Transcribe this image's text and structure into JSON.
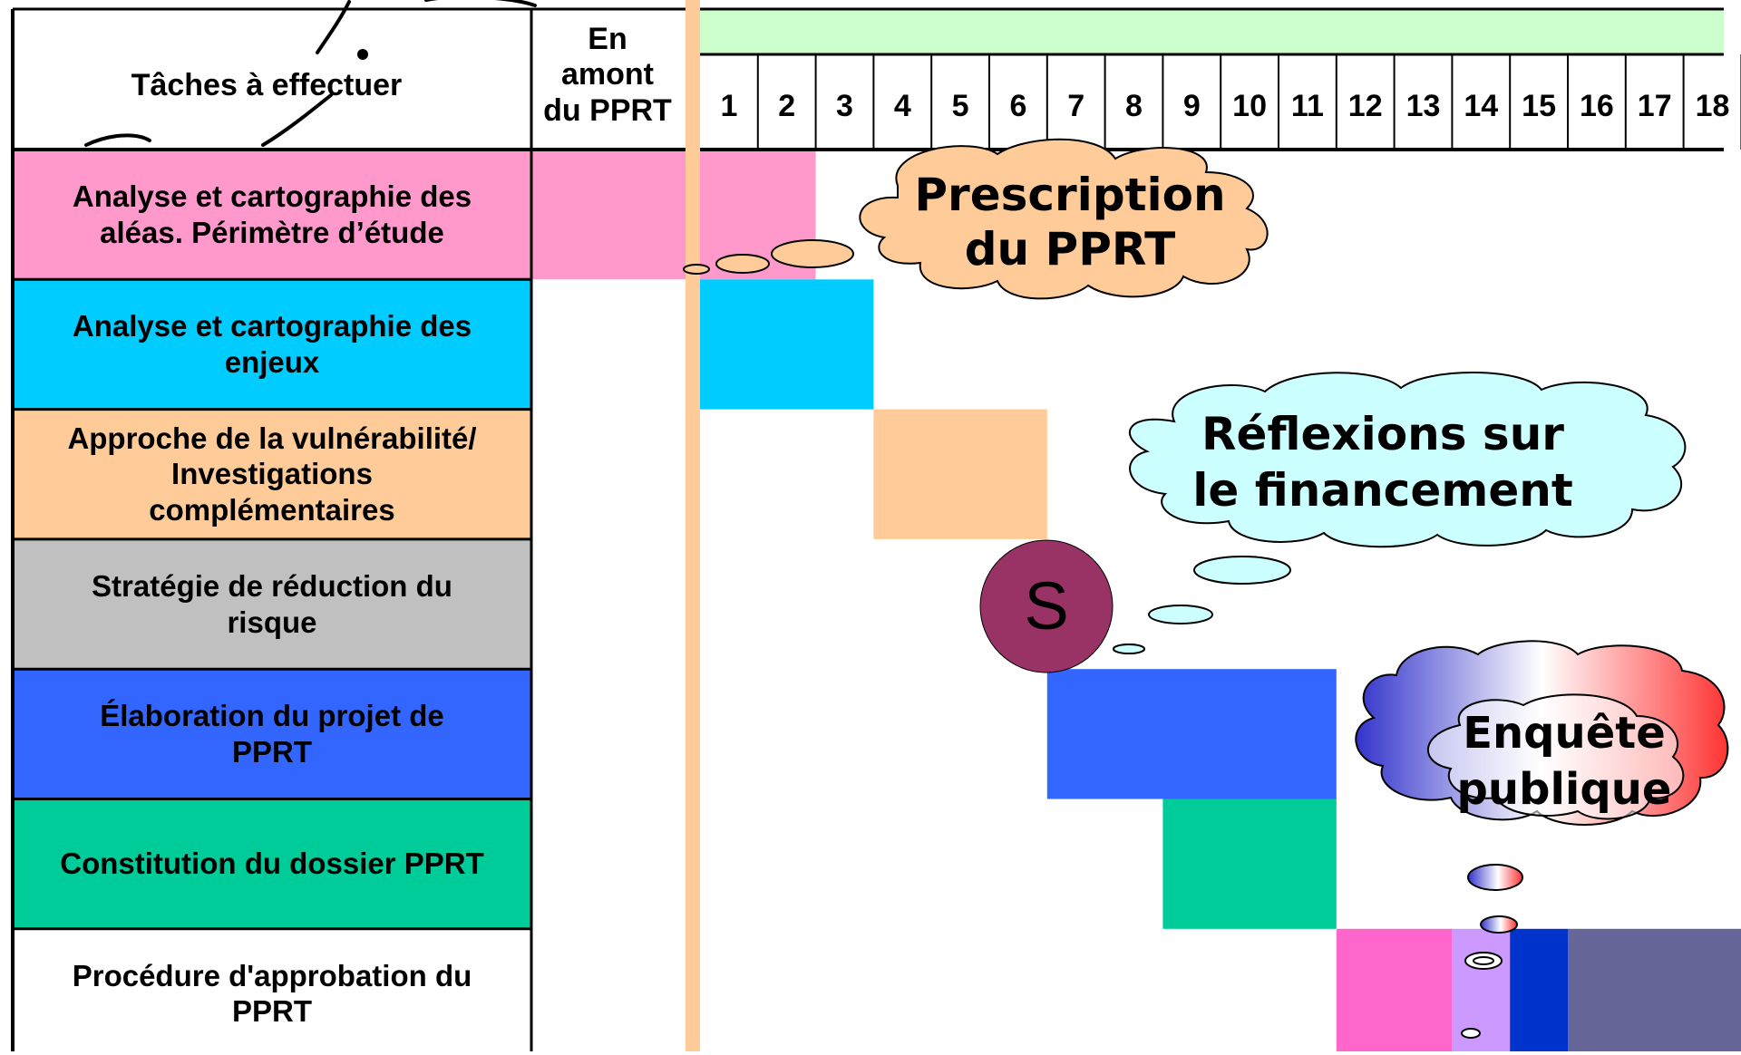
{
  "header": {
    "tasks_title": "Tâches à effectuer",
    "before_title": "En amont du PPRT",
    "before_lines": [
      "En",
      "amont",
      "du PPRT"
    ],
    "months": [
      "1",
      "2",
      "3",
      "4",
      "5",
      "6",
      "7",
      "8",
      "9",
      "10",
      "11",
      "12",
      "13",
      "14",
      "15",
      "16",
      "17",
      "18"
    ]
  },
  "tasks": [
    {
      "lines": [
        "Analyse et cartographie des",
        "aléas. Périmètre d’étude"
      ],
      "color": "#ff99cc"
    },
    {
      "lines": [
        "Analyse et cartographie des",
        "enjeux"
      ],
      "color": "#00ccff"
    },
    {
      "lines": [
        "Approche de la vulnérabilité/",
        "Investigations",
        "complémentaires"
      ],
      "color": "#ffcc99"
    },
    {
      "lines": [
        "Stratégie de réduction du",
        "risque"
      ],
      "color": "#c0c0c0"
    },
    {
      "lines": [
        "Élaboration du projet de",
        "PPRT"
      ],
      "color": "#3366ff"
    },
    {
      "lines": [
        "Constitution du dossier PPRT"
      ],
      "color": "#00cc99"
    },
    {
      "lines": [
        "Procédure d'approbation du",
        "PPRT"
      ],
      "color": "#ffffff"
    }
  ],
  "bars": [
    {
      "task": 0,
      "before": true,
      "start": 1,
      "end": 2,
      "color": "#ff99cc"
    },
    {
      "task": 1,
      "start": 1,
      "end": 3,
      "color": "#00ccff"
    },
    {
      "task": 2,
      "start": 4,
      "end": 6,
      "color": "#ffcc99"
    },
    {
      "task": 4,
      "start": 7,
      "end": 11,
      "color": "#3366ff"
    },
    {
      "task": 5,
      "start": 9,
      "end": 11,
      "color": "#00cc99"
    },
    {
      "task": 6,
      "start": 12,
      "end": 13,
      "color": "#ff66cc"
    },
    {
      "task": 6,
      "start": 14,
      "end": 14,
      "color": "#cc99ff"
    },
    {
      "task": 6,
      "start": 15,
      "end": 15,
      "color": "#0033cc"
    },
    {
      "task": 6,
      "start": 16,
      "end": 18,
      "color": "#666699"
    }
  ],
  "milestone": {
    "label": "S",
    "color": "#993366"
  },
  "callouts": [
    {
      "lines": [
        "Prescription",
        "du PPRT"
      ],
      "color": "#ffcc99"
    },
    {
      "lines": [
        "Réflexions sur",
        "le financement"
      ],
      "color": "#ccffff"
    },
    {
      "lines": [
        "Enquête",
        "publique"
      ],
      "colors": [
        "#3333cc",
        "#ffffff",
        "#ff3333"
      ]
    }
  ],
  "colors": {
    "header_band": "#ccffcc",
    "separator": "#ffcc99",
    "grid": "#000000"
  }
}
